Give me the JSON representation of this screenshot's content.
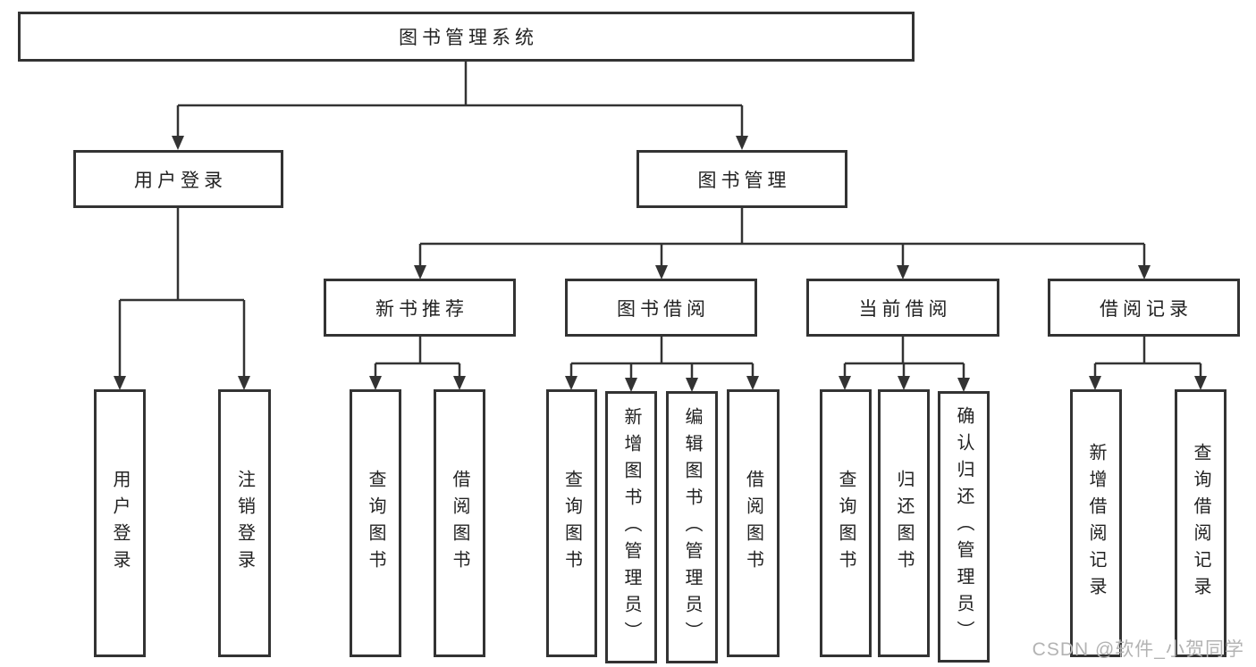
{
  "diagram": {
    "type": "hierarchy-chart",
    "colors": {
      "line": "#333333",
      "node_border": "#333333",
      "node_background": "#ffffff",
      "text": "#222222",
      "watermark": "#b3b3b3"
    },
    "watermark": "CSDN @软件_小贺同学",
    "tree": {
      "root": "图书管理系统",
      "branches": [
        {
          "label": "用户登录",
          "children": [
            "用户登录",
            "注销登录"
          ]
        },
        {
          "label": "图书管理",
          "children": [
            {
              "label": "新书推荐",
              "children": [
                "查询图书",
                "借阅图书"
              ]
            },
            {
              "label": "图书借阅",
              "children": [
                "查询图书",
                "新增图书（管理员）",
                "编辑图书（管理员）",
                "借阅图书"
              ]
            },
            {
              "label": "当前借阅",
              "children": [
                "查询图书",
                "归还图书",
                "确认归还（管理员）"
              ]
            },
            {
              "label": "借阅记录",
              "children": [
                "新增借阅记录",
                "查询借阅记录"
              ]
            }
          ]
        }
      ]
    }
  }
}
